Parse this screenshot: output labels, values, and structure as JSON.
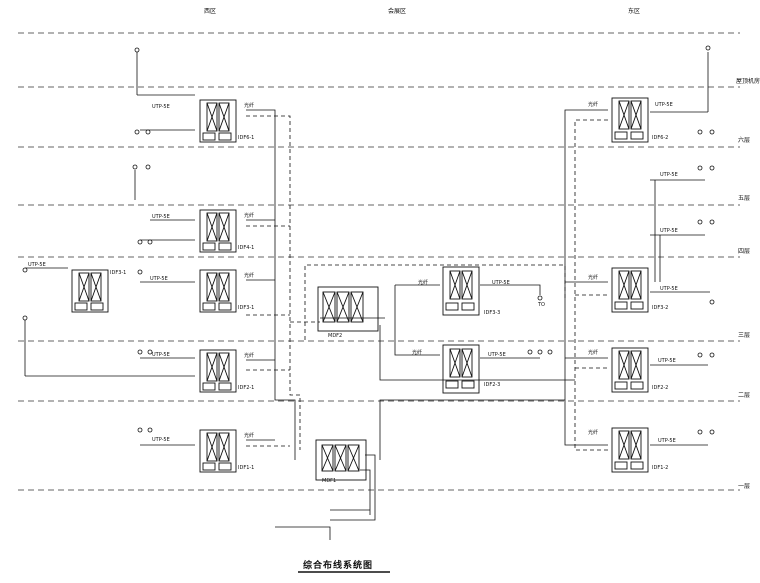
{
  "columns": {
    "left": "西区",
    "center": "会展区",
    "right": "东区"
  },
  "floors": [
    "屋顶机房",
    "六层",
    "五层",
    "四层",
    "三层",
    "二层",
    "一层"
  ],
  "title": "综合布线系统图",
  "cable_label": "UTP-5E",
  "fiber_label": "光纤",
  "equipment": {
    "idf_left_6": "IDF6-1",
    "idf_left_4": "IDF4-1",
    "idf_left_3": "IDF3-1",
    "idf_left_3b": "IDF3-1",
    "idf_left_2": "IDF2-1",
    "idf_left_1": "IDF1-1",
    "mdf2": "MDF2",
    "mdf1": "MDF1",
    "idf_center_3": "IDF3-3",
    "idf_center_2": "IDF2-3",
    "idf_right_6": "IDF6-2",
    "idf_right_3": "IDF3-2",
    "idf_right_2": "IDF2-2",
    "idf_right_1": "IDF1-2",
    "outlet_tag": "TO"
  }
}
